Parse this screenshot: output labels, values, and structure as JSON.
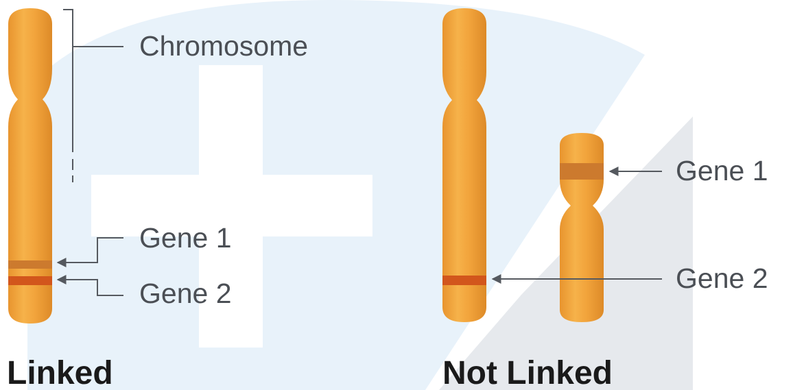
{
  "linked": {
    "heading": "Linked",
    "chromosome_label": "Chromosome",
    "gene1_label": "Gene 1",
    "gene2_label": "Gene 2"
  },
  "not_linked": {
    "heading": "Not Linked",
    "gene1_label": "Gene 1",
    "gene2_label": "Gene 2"
  },
  "colors": {
    "chromosome": "#f0a23c",
    "chromosome_highlight": "#f6c46a",
    "gene1_band": "#cc7a2e",
    "gene2_band": "#d2561c",
    "watermark": "#e8f2fa",
    "shadow_panel": "#e9ecef",
    "label_text": "#4b4f55",
    "line": "#55595f"
  }
}
